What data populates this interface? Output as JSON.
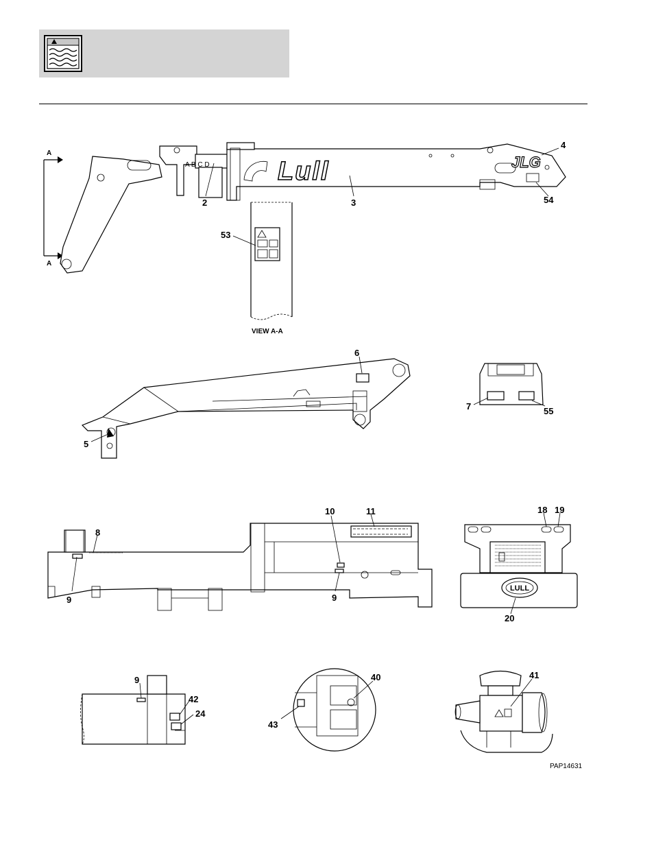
{
  "callouts": {
    "c2": "2",
    "c3": "3",
    "c4": "4",
    "c54": "54",
    "c53": "53",
    "c6": "6",
    "c5": "5",
    "c7": "7",
    "c55": "55",
    "c8": "8",
    "c9a": "9",
    "c10": "10",
    "c11": "11",
    "c9b": "9",
    "c18": "18",
    "c19": "19",
    "c20": "20",
    "c9c": "9",
    "c42": "42",
    "c24": "24",
    "c40": "40",
    "c43": "43",
    "c41": "41"
  },
  "view": {
    "label": "VIEW A-A",
    "arrow_top": "A",
    "arrow_bottom": "A"
  },
  "decals": {
    "boom_brand": "Lull",
    "jlg_brand": "JLG",
    "bumper_brand": "LULL"
  },
  "figure_ref": "PAP14631"
}
